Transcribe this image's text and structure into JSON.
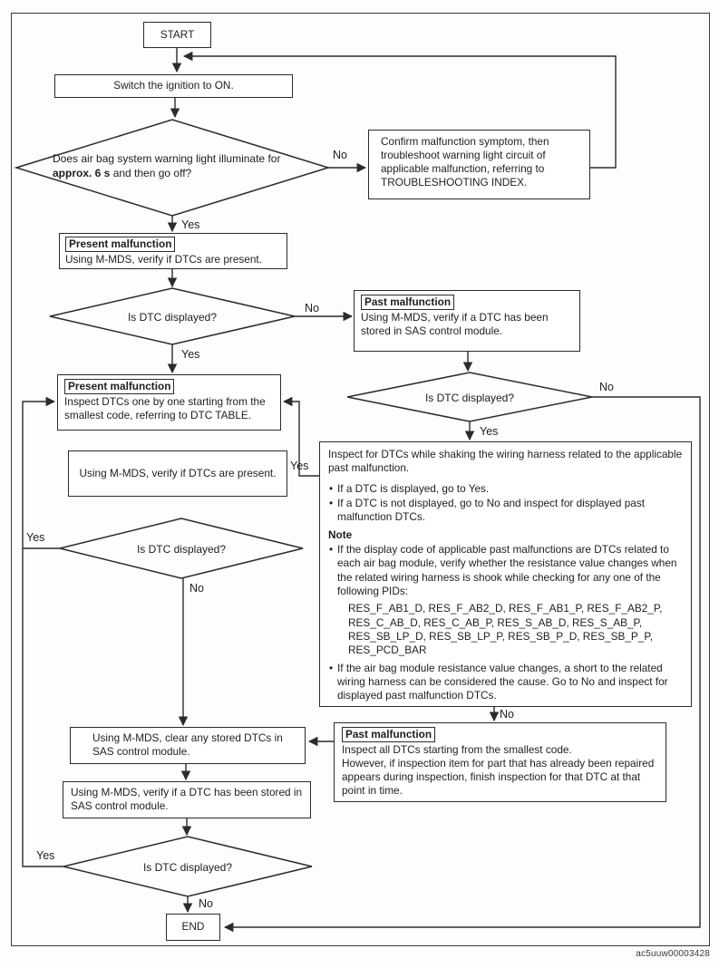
{
  "labels": {
    "yes": "Yes",
    "no": "No"
  },
  "footer": {
    "code": "ac5uuw00003428"
  },
  "nodes": {
    "start": {
      "label": "START"
    },
    "switch_ignition": {
      "text": "Switch the ignition to ON."
    },
    "warning_light_decision": {
      "t1": "Does air bag system warning light illuminate for ",
      "t2": "approx. 6 s",
      "t3": " and then go off?"
    },
    "confirm_malfunction": {
      "text": "Confirm malfunction symptom, then troubleshoot warning light circuit of applicable malfunction, referring to TROUBLESHOOTING INDEX."
    },
    "present_malfunction_1": {
      "title": "Present malfunction",
      "text": "Using M-MDS, verify if DTCs are present."
    },
    "dtc_decision_1": {
      "text": "Is DTC displayed?"
    },
    "past_malfunction_1": {
      "title": "Past malfunction",
      "text": "Using M-MDS, verify if a DTC has been stored in SAS control module."
    },
    "present_malfunction_2": {
      "title": "Present malfunction",
      "text": "Inspect DTCs one by one starting from the smallest code, referring to DTC TABLE."
    },
    "dtc_decision_2": {
      "text": "Is DTC displayed?"
    },
    "verify_dtcs": {
      "text": "Using M-MDS, verify if DTCs are present."
    },
    "dtc_decision_3": {
      "text": "Is DTC displayed?"
    },
    "inspect_note": {
      "intro": "Inspect for DTCs while shaking the wiring harness related to the applicable past malfunction.",
      "bullet_1": "If a DTC is displayed, go to Yes.",
      "bullet_2": "If a DTC is not displayed, go to No and inspect for displayed past malfunction DTCs.",
      "note_label": "Note",
      "note_bullet_1": "If the display code of applicable past malfunctions are DTCs related to each air bag module, verify whether the resistance value changes when the related wiring harness is shook while checking for any one of the following PIDs:",
      "pid_lines": [
        "RES_F_AB1_D, RES_F_AB2_D, RES_F_AB1_P, RES_F_AB2_P,",
        "RES_C_AB_D, RES_C_AB_P, RES_S_AB_D, RES_S_AB_P,",
        "RES_SB_LP_D, RES_SB_LP_P, RES_SB_P_D, RES_SB_P_P,",
        "RES_PCD_BAR"
      ],
      "note_bullet_2": "If the air bag module resistance value changes, a short to the related wiring harness can be considered the cause. Go to No and inspect for displayed past malfunction DTCs."
    },
    "past_malfunction_2": {
      "title": "Past malfunction",
      "line_1": "Inspect all DTCs starting from the smallest code.",
      "line_2": "However, if inspection item for part that has already been repaired appears during inspection, finish inspection for that DTC at that point in time."
    },
    "clear_dtcs": {
      "text": "Using M-MDS, clear any stored DTCs in SAS control module."
    },
    "verify_stored": {
      "text": "Using M-MDS, verify if a DTC has been stored in SAS control module."
    },
    "dtc_decision_4": {
      "text": "Is DTC displayed?"
    },
    "end": {
      "label": "END"
    }
  }
}
